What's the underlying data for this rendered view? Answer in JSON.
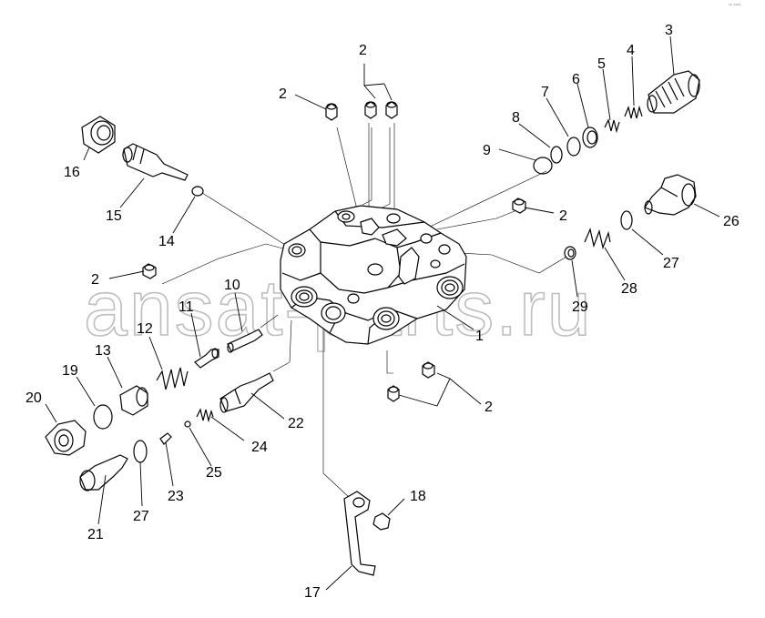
{
  "diagram": {
    "watermark": "ansat-parts.ru",
    "corner_code": "°° °°°°",
    "labels": {
      "p1": "1",
      "p2a": "2",
      "p2b": "2",
      "p2c": "2",
      "p2d": "2",
      "p2e": "2",
      "p3": "3",
      "p4": "4",
      "p5": "5",
      "p6": "6",
      "p7": "7",
      "p8": "8",
      "p9": "9",
      "p10": "10",
      "p11": "11",
      "p12": "12",
      "p13": "13",
      "p14": "14",
      "p15": "15",
      "p16": "16",
      "p17": "17",
      "p18": "18",
      "p19": "19",
      "p20": "20",
      "p21": "21",
      "p22": "22",
      "p23": "23",
      "p24": "24",
      "p25": "25",
      "p26": "26",
      "p27a": "27",
      "p27b": "27",
      "p28": "28",
      "p29": "29"
    }
  }
}
